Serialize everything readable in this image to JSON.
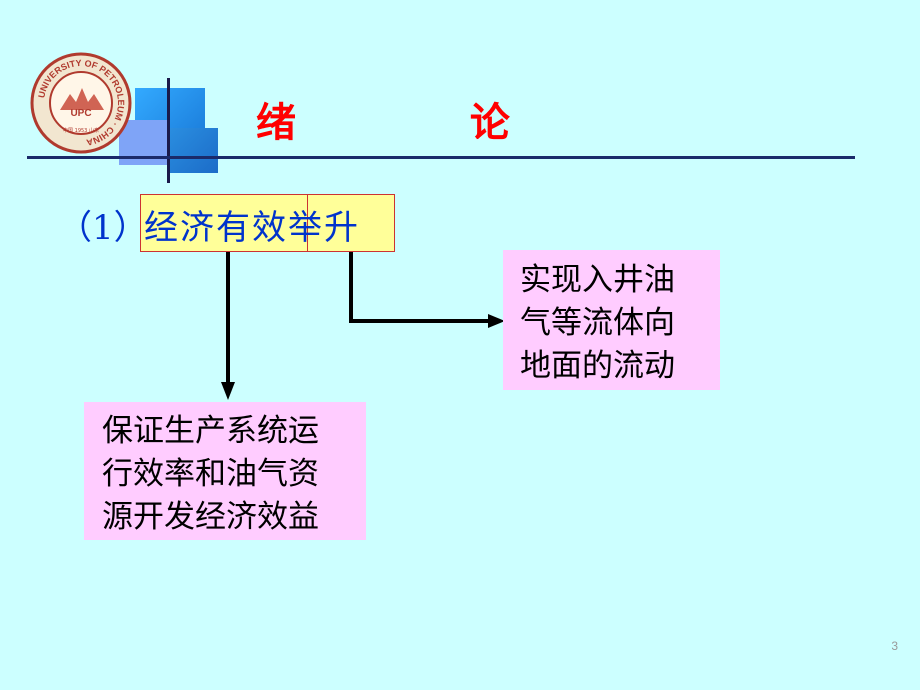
{
  "header": {
    "title": "绪   论",
    "logo": {
      "ring_text": "UNIVERSITY OF PETROLEUM · CHINA",
      "center_text": "UPC",
      "bottom_text": "中国 1953 山东"
    }
  },
  "item": {
    "number": "（1）",
    "highlight": "经济有效举升"
  },
  "boxes": {
    "right": "实现入井油\n气等流体向\n地面的流动",
    "bottom": "保证生产系统运\n行效率和油气资\n源开发经济效益"
  },
  "page_number": "3",
  "colors": {
    "background": "#CCFFFF",
    "title": "#FF0000",
    "item_text": "#0033CC",
    "highlight_fill": "#FFFF99",
    "box_fill": "#FFCCFF"
  }
}
